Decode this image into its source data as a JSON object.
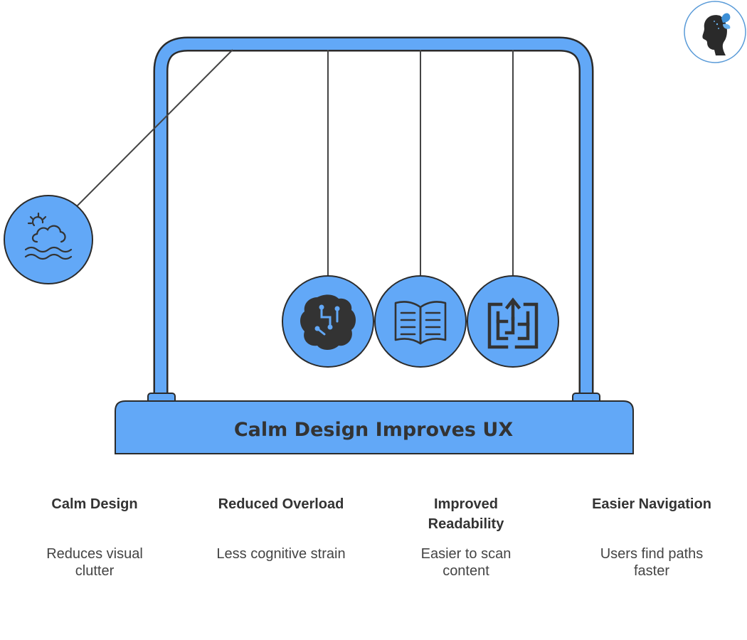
{
  "diagram": {
    "title": "Calm Design Improves UX",
    "colors": {
      "frame_fill": "#62a8f7",
      "frame_stroke": "#2b2b2b",
      "icon_color": "#333333",
      "string_color": "#444444"
    },
    "balls": [
      {
        "icon": "sun-cloud-waves-icon"
      },
      {
        "icon": "brain-circuit-icon"
      },
      {
        "icon": "open-book-icon"
      },
      {
        "icon": "maze-arrow-icon"
      }
    ],
    "logo": {
      "icon": "woman-silhouette-butterfly-logo"
    }
  },
  "labels": [
    {
      "title": "Calm Design",
      "desc_line1": "Reduces visual",
      "desc_line2": "clutter"
    },
    {
      "title": "Reduced Overload",
      "desc_line1": "Less cognitive strain",
      "desc_line2": ""
    },
    {
      "title_line1": "Improved",
      "title_line2": "Readability",
      "desc_line1": "Easier to scan",
      "desc_line2": "content"
    },
    {
      "title": "Easier Navigation",
      "desc_line1": "Users find paths",
      "desc_line2": "faster"
    }
  ]
}
